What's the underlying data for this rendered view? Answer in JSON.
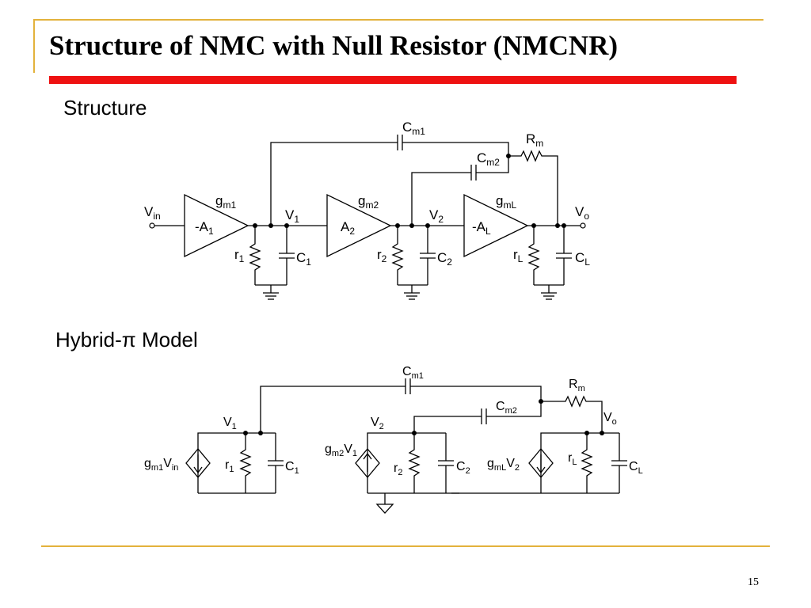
{
  "slide": {
    "title": "Structure of NMC with Null Resistor (NMCNR)",
    "section_structure": "Structure",
    "section_hybrid": "Hybrid-π Model",
    "page_number": "15"
  },
  "structure_labels": {
    "vin": "V",
    "vin_sub": "in",
    "gm1": "g",
    "gm1_sub": "m1",
    "amp1": "-A",
    "amp1_sub": "1",
    "v1": "V",
    "v1_sub": "1",
    "gm2": "g",
    "gm2_sub": "m2",
    "amp2": "A",
    "amp2_sub": "2",
    "v2": "V",
    "v2_sub": "2",
    "gml": "g",
    "gml_sub": "mL",
    "ampl": "-A",
    "ampl_sub": "L",
    "vo": "V",
    "vo_sub": "o",
    "cm1": "C",
    "cm1_sub": "m1",
    "cm2": "C",
    "cm2_sub": "m2",
    "rm": "R",
    "rm_sub": "m",
    "r1": "r",
    "r1_sub": "1",
    "c1": "C",
    "c1_sub": "1",
    "r2": "r",
    "r2_sub": "2",
    "c2": "C",
    "c2_sub": "2",
    "rl": "r",
    "rl_sub": "L",
    "cl": "C",
    "cl_sub": "L"
  },
  "hybrid_labels": {
    "cm1": "C",
    "cm1_sub": "m1",
    "rm": "R",
    "rm_sub": "m",
    "cm2": "C",
    "cm2_sub": "m2",
    "v1": "V",
    "v1_sub": "1",
    "v2": "V",
    "v2_sub": "2",
    "vo": "V",
    "vo_sub": "o",
    "src1_a": "g",
    "src1_b": "m1",
    "src1_c": "V",
    "src1_d": "in",
    "src2_a": "g",
    "src2_b": "m2",
    "src2_c": "V",
    "src2_d": "1",
    "src3_a": "g",
    "src3_b": "mL",
    "src3_c": "V",
    "src3_d": "2",
    "r1": "r",
    "r1_sub": "1",
    "c1": "C",
    "c1_sub": "1",
    "r2": "r",
    "r2_sub": "2",
    "c2": "C",
    "c2_sub": "2",
    "rl": "r",
    "rl_sub": "L",
    "cl": "C",
    "cl_sub": "L"
  }
}
